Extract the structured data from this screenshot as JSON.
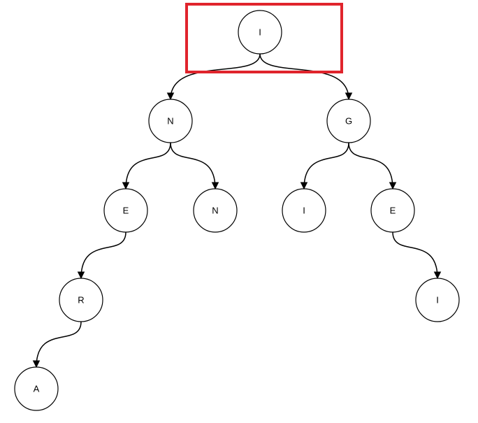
{
  "diagram": {
    "type": "tree",
    "nodes": [
      {
        "id": "n0",
        "label": "I",
        "parent": null,
        "highlighted": true
      },
      {
        "id": "n1",
        "label": "N",
        "parent": "n0"
      },
      {
        "id": "n2",
        "label": "G",
        "parent": "n0"
      },
      {
        "id": "n3",
        "label": "E",
        "parent": "n1"
      },
      {
        "id": "n4",
        "label": "N",
        "parent": "n1"
      },
      {
        "id": "n5",
        "label": "I",
        "parent": "n2"
      },
      {
        "id": "n6",
        "label": "E",
        "parent": "n2"
      },
      {
        "id": "n7",
        "label": "R",
        "parent": "n3"
      },
      {
        "id": "n8",
        "label": "I",
        "parent": "n6"
      },
      {
        "id": "n9",
        "label": "A",
        "parent": "n7"
      }
    ],
    "colors": {
      "highlight": "#e0242c",
      "stroke": "#000000",
      "fill": "#ffffff"
    }
  }
}
